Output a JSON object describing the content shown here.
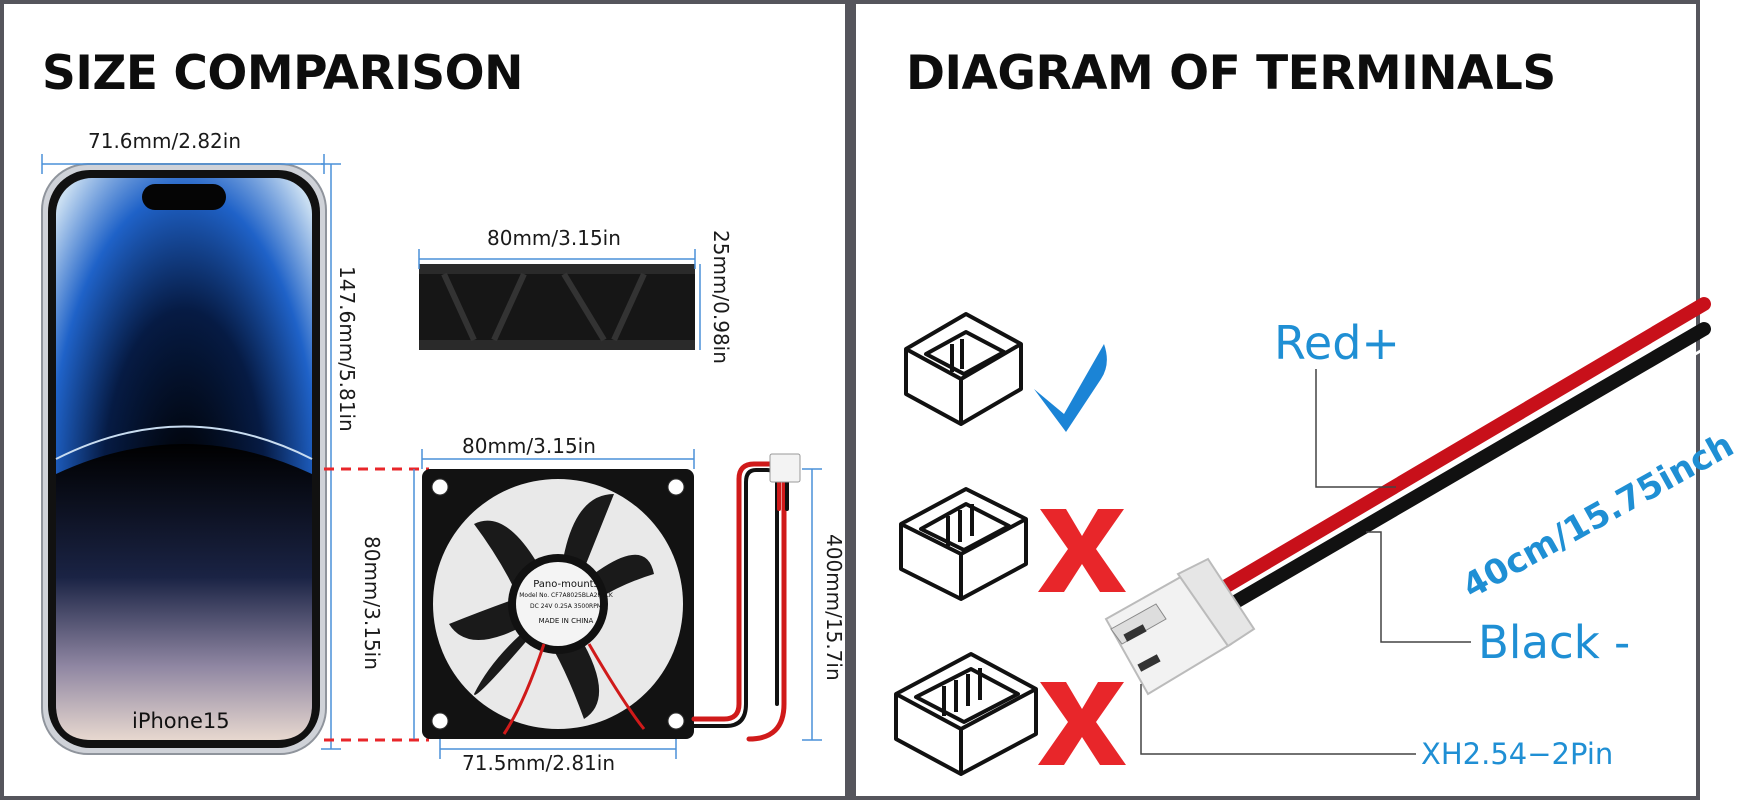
{
  "left": {
    "title": "SIZE COMPARISON",
    "phone_width": "71.6mm/2.82in",
    "phone_height": "147.6mm/5.81in",
    "phone_label": "iPhone15",
    "fan_side_width": "80mm/3.15in",
    "fan_side_depth": "25mm/0.98in",
    "fan_front_width": "80mm/3.15in",
    "fan_front_height": "80mm/3.15in",
    "fan_hole_spacing": "71.5mm/2.81in",
    "cable_length": "400mm/15.7in",
    "fan_sticker": {
      "brand": "Pano-mounts",
      "model": "Model No. CF7A8025BLA2PACK",
      "spec": "DC 24V  0.25A  3500RPM",
      "origin": "MADE IN CHINA"
    }
  },
  "right": {
    "title": "DIAGRAM OF TERMINALS",
    "red_label": "Red+",
    "black_label": "Black -",
    "length_label": "40cm/15.75inch",
    "connector_label": "XH2.54−2Pin",
    "options": [
      {
        "pins": 2,
        "status": "correct",
        "icon": "checkmark-icon"
      },
      {
        "pins": 3,
        "status": "incorrect",
        "icon": "x-mark-icon"
      },
      {
        "pins": 4,
        "status": "incorrect",
        "icon": "x-mark-icon"
      }
    ]
  },
  "colors": {
    "accent_blue": "#1f8fd4",
    "check_blue": "#1b84d6",
    "x_red": "#e8262a",
    "wire_red": "#c8101a",
    "wire_black": "#111111",
    "border": "#55555c"
  }
}
